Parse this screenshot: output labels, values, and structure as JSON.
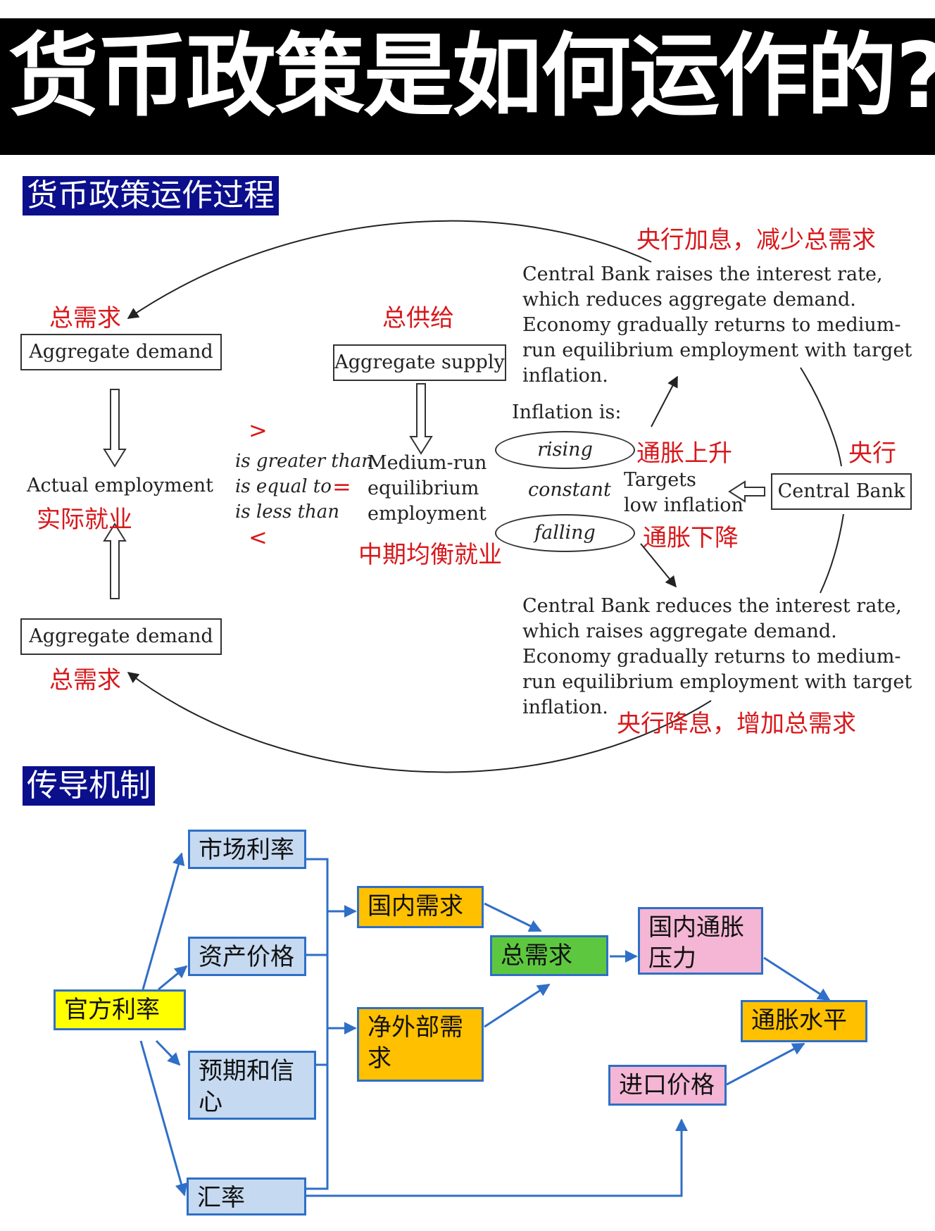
{
  "banner": {
    "title": "货币政策是如何运作的?"
  },
  "section1": {
    "tag": "货币政策运作过程"
  },
  "section2": {
    "tag": "传导机制"
  },
  "diagram1": {
    "ad_top": {
      "label": "Aggregate demand",
      "zh": "总需求"
    },
    "ad_bottom": {
      "label": "Aggregate demand",
      "zh": "总需求"
    },
    "as": {
      "label": "Aggregate supply",
      "zh": "总供给"
    },
    "actual_employment": {
      "label": "Actual employment",
      "zh": "实际就业"
    },
    "comparators": {
      "gt_symbol": ">",
      "eq_symbol": "=",
      "lt_symbol": "<",
      "gt_text": "is greater than",
      "eq_text": "is equal to",
      "lt_text": "is less than"
    },
    "medium_run": {
      "lines": [
        "Medium-run",
        "equilibrium",
        "employment"
      ],
      "zh": "中期均衡就业"
    },
    "inflation": {
      "heading": "Inflation is:",
      "rising": "rising",
      "constant": "constant",
      "falling": "falling",
      "rising_zh": "通胀上升",
      "falling_zh": "通胀下降"
    },
    "targets": {
      "lines": [
        "Targets",
        "low inflation"
      ]
    },
    "central_bank": {
      "label": "Central Bank",
      "zh": "央行"
    },
    "raise": {
      "zh": "央行加息，减少总需求",
      "lines": [
        "Central Bank raises the interest rate,",
        "which reduces aggregate demand.",
        "Economy gradually returns to medium-",
        "run equilibrium employment with target",
        "inflation."
      ]
    },
    "reduce": {
      "zh": "央行降息，增加总需求",
      "lines": [
        "Central Bank reduces the interest rate,",
        "which raises aggregate demand.",
        "Economy gradually returns to medium-",
        "run equilibrium employment with target",
        "inflation."
      ]
    }
  },
  "diagram2": {
    "official_rate": "官方利率",
    "market_rate": "市场利率",
    "asset_price": "资产价格",
    "expectations": "预期和信心",
    "exchange_rate": "汇率",
    "domestic_demand": "国内需求",
    "net_external_demand": "净外部需求",
    "aggregate_demand": "总需求",
    "domestic_inflation_pressure": "国内通胀压力",
    "import_price": "进口价格",
    "inflation_level": "通胀水平",
    "colors": {
      "blue_box": "#c5d9f1",
      "orange_box": "#ffc000",
      "green_box": "#5dc83f",
      "pink_box": "#f4b6d4",
      "yellow_box": "#ffff00",
      "arrow": "#2f6fc7",
      "accent_red": "#d7191c"
    }
  }
}
